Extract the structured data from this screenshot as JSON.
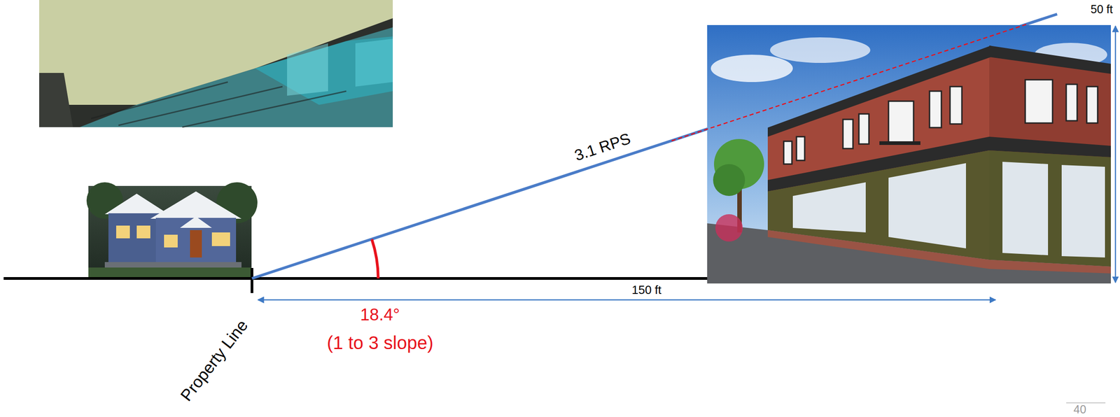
{
  "diagram": {
    "labels": [
      "3.1 RPS",
      "50 ft",
      "150 ft",
      "18.4°",
      "(1 to 3 slope)",
      "Property Line",
      "40"
    ]
  }
}
